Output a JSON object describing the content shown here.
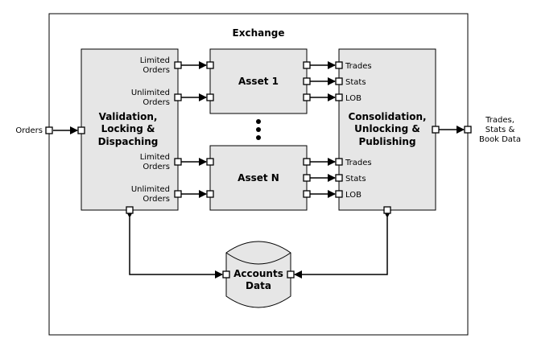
{
  "diagram": {
    "title": "Exchange",
    "input_label": "Orders",
    "validation_box": {
      "lines": [
        "Validation,",
        "Locking &",
        "Dispaching"
      ]
    },
    "validation_ports": [
      {
        "lines": [
          "Limited",
          "Orders"
        ]
      },
      {
        "lines": [
          "Unlimited",
          "Orders"
        ]
      },
      {
        "lines": [
          "Limited",
          "Orders"
        ]
      },
      {
        "lines": [
          "Unlimited",
          "Orders"
        ]
      }
    ],
    "asset_first": "Asset 1",
    "asset_last": "Asset N",
    "asset_outputs": [
      "Trades",
      "Stats",
      "LOB",
      "Trades",
      "Stats",
      "LOB"
    ],
    "consolidation_box": {
      "lines": [
        "Consolidation,",
        "Unlocking &",
        "Publishing"
      ]
    },
    "output_label": {
      "lines": [
        "Trades,",
        "Stats &",
        "Book Data"
      ]
    },
    "accounts": {
      "lines": [
        "Accounts",
        "Data"
      ]
    }
  }
}
